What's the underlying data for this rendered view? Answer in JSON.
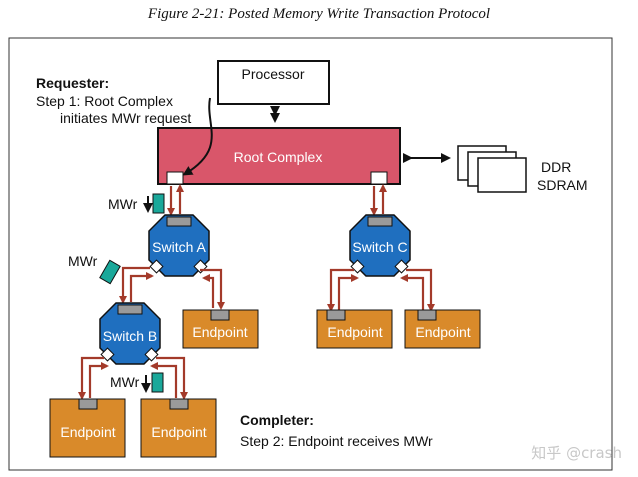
{
  "caption": "Figure 2-21: Posted Memory Write Transaction Protocol",
  "processor": "Processor",
  "root_complex": "Root Complex",
  "ddr_line1": "DDR",
  "ddr_line2": "SDRAM",
  "requester": {
    "title": "Requester:",
    "step_line1": "Step 1: Root Complex",
    "step_line2": "initiates MWr request"
  },
  "completer": {
    "title": "Completer:",
    "step": "Step 2: Endpoint receives MWr"
  },
  "switch_a": "Switch A",
  "switch_b": "Switch B",
  "switch_c": "Switch C",
  "endpoint": "Endpoint",
  "mwr": "MWr",
  "watermark": "知乎 @crash",
  "colors": {
    "root_complex": "#d9566a",
    "switch": "#1f6fbf",
    "endpoint": "#d98a2a",
    "link": "#a33a2a",
    "packet": "#1aa89a",
    "port": "#9a9a9a"
  }
}
